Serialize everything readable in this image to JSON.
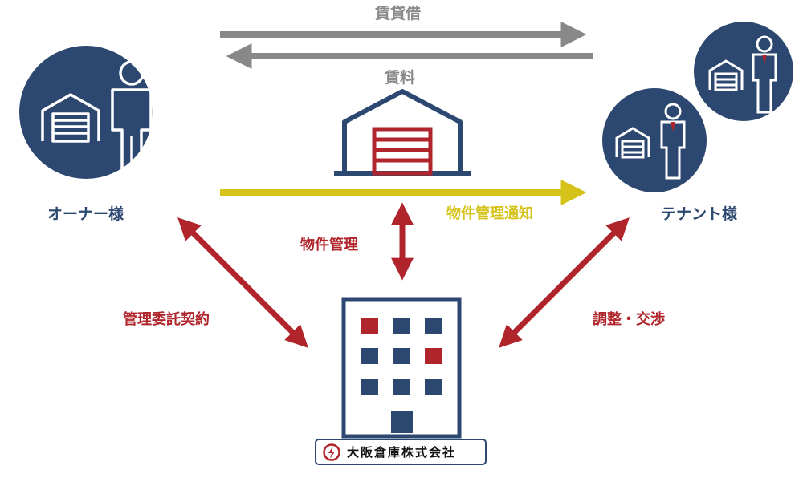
{
  "labels": {
    "lease": "賃貸借",
    "rent": "賃料",
    "owner": "オーナー様",
    "tenant": "テナント様",
    "notice": "物件管理通知",
    "management": "物件管理",
    "contract": "管理委託契約",
    "negotiation": "調整・交渉",
    "company": "大阪倉庫株式会社"
  },
  "colors": {
    "navy": "#2c4770",
    "red": "#b0242b",
    "gray": "#888888",
    "yellow": "#d6c31a",
    "white": "#ffffff"
  },
  "icons": {
    "owner": "owner-with-warehouse-icon",
    "tenant": "tenant-with-warehouse-icon",
    "warehouse": "warehouse-icon",
    "office": "office-building-icon",
    "logo": "company-logo-icon"
  }
}
